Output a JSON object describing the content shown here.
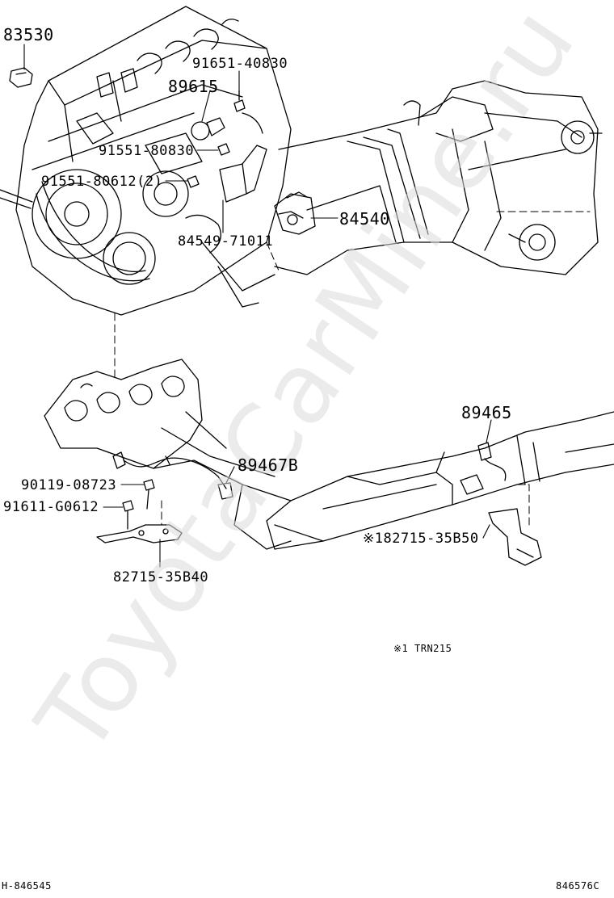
{
  "watermark": "ToyotaCarMine.ru",
  "labels": {
    "p83530": "83530",
    "p91651_40830": "91651-40830",
    "p89615": "89615",
    "p91551_80830": "91551-80830",
    "p91551_80612": "91551-80612(2)",
    "p84540": "84540",
    "p84549_71011": "84549-71011",
    "p89465": "89465",
    "p89467b": "89467B",
    "p90119_08723": "90119-08723",
    "p91611_g0612": "91611-G0612",
    "p182715_35b50": "※182715-35B50",
    "p82715_35b40": "82715-35B40"
  },
  "note": "※1 TRN215",
  "footer": {
    "left": "H-846545",
    "right": "846576C"
  }
}
